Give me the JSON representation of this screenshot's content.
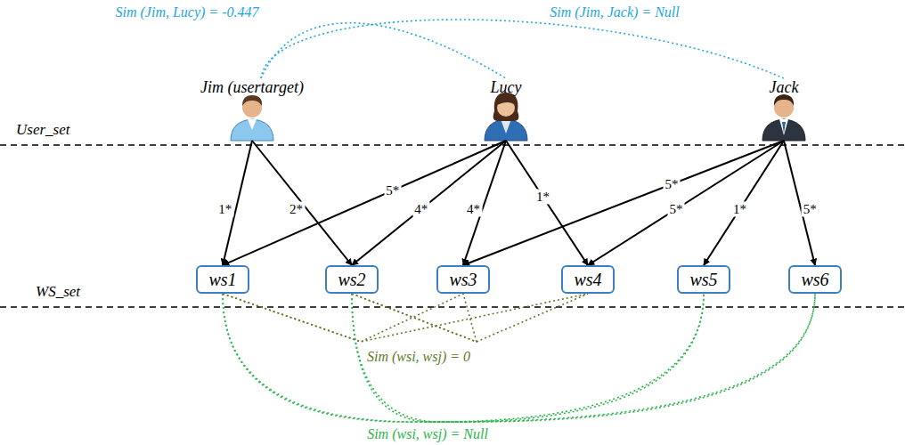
{
  "diagram": {
    "nodes": [
      {
        "text": [
          "Jim (usertarget)"
        ]
      },
      {
        "text": [
          "Lucy"
        ]
      },
      {
        "text": [
          "Jack"
        ]
      },
      {
        "text": [
          "ws1"
        ]
      },
      {
        "text": [
          "ws2"
        ]
      },
      {
        "text": [
          "ws3"
        ]
      },
      {
        "text": [
          "ws4"
        ]
      },
      {
        "text": [
          "ws5"
        ]
      },
      {
        "text": [
          "ws6"
        ]
      }
    ],
    "edges": [
      {
        "from": 0,
        "to": 3,
        "arrow": "to",
        "label": "1*"
      },
      {
        "from": 0,
        "to": 4,
        "arrow": "to",
        "label": "2*"
      },
      {
        "from": 1,
        "to": 3,
        "arrow": "to",
        "label": "5*"
      },
      {
        "from": 1,
        "to": 4,
        "arrow": "to",
        "label": "4*"
      },
      {
        "from": 1,
        "to": 5,
        "arrow": "to",
        "label": "4*"
      },
      {
        "from": 1,
        "to": 6,
        "arrow": "to",
        "label": "1*"
      },
      {
        "from": 2,
        "to": 5,
        "arrow": "to",
        "label": "5*"
      },
      {
        "from": 2,
        "to": 6,
        "arrow": "to",
        "label": "5*"
      },
      {
        "from": 2,
        "to": 7,
        "arrow": "to",
        "label": "1*"
      },
      {
        "from": 2,
        "to": 8,
        "arrow": "to",
        "label": "5*"
      },
      {
        "from": 0,
        "to": 1,
        "arrow": "none",
        "label": "Sim (Jim, Lucy) = -0.447"
      },
      {
        "from": 0,
        "to": 2,
        "arrow": "none",
        "label": "Sim (Jim, Jack) = Null"
      },
      {
        "from": 3,
        "to": 5,
        "arrow": "none"
      },
      {
        "from": 3,
        "to": 6,
        "arrow": "none"
      },
      {
        "from": 4,
        "to": 5,
        "arrow": "none"
      },
      {
        "from": 4,
        "to": 6,
        "arrow": "none"
      },
      {
        "from": 3,
        "to": 7,
        "arrow": "none"
      },
      {
        "from": 3,
        "to": 8,
        "arrow": "none"
      },
      {
        "from": 4,
        "to": 7,
        "arrow": "none"
      },
      {
        "from": 4,
        "to": 8,
        "arrow": "none"
      }
    ],
    "labels": [
      "User_set",
      "WS_set",
      "Sim (wsi, wsj) = 0",
      "Sim (wsi, wsj) = Null"
    ]
  }
}
